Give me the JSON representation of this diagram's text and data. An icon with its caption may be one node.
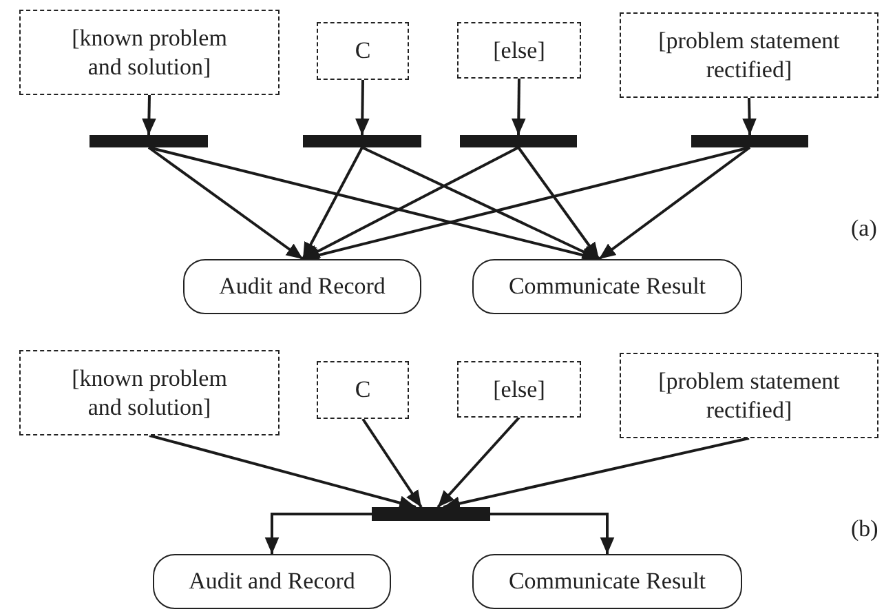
{
  "diagram": {
    "nodes": [
      {
        "text": [
          "[known problem and solution]"
        ]
      },
      {
        "text": [
          "C"
        ]
      },
      {
        "text": [
          "[else]"
        ]
      },
      {
        "text": [
          "[problem statement rectified]"
        ]
      },
      {
        "text": [],
        "shape": "bar"
      },
      {
        "text": [],
        "shape": "bar"
      },
      {
        "text": [],
        "shape": "bar"
      },
      {
        "text": [],
        "shape": "bar"
      },
      {
        "text": [
          "Audit and Record"
        ]
      },
      {
        "text": [
          "Communicate Result"
        ]
      },
      {
        "text": [
          "[known problem and solution]"
        ]
      },
      {
        "text": [
          "C"
        ]
      },
      {
        "text": [
          "[else]"
        ]
      },
      {
        "text": [
          "[problem statement rectified]"
        ]
      },
      {
        "text": [],
        "shape": "bar"
      },
      {
        "text": [
          "Audit and Record"
        ]
      },
      {
        "text": [
          "Communicate Result"
        ]
      }
    ],
    "edges": [
      {
        "from": 0,
        "to": 4,
        "arrow": "to"
      },
      {
        "from": 1,
        "to": 5,
        "arrow": "to"
      },
      {
        "from": 2,
        "to": 6,
        "arrow": "to"
      },
      {
        "from": 3,
        "to": 7,
        "arrow": "to"
      },
      {
        "from": 4,
        "to": 8,
        "arrow": "to"
      },
      {
        "from": 4,
        "to": 9,
        "arrow": "to"
      },
      {
        "from": 5,
        "to": 8,
        "arrow": "to"
      },
      {
        "from": 5,
        "to": 9,
        "arrow": "to"
      },
      {
        "from": 6,
        "to": 8,
        "arrow": "to"
      },
      {
        "from": 6,
        "to": 9,
        "arrow": "to"
      },
      {
        "from": 7,
        "to": 8,
        "arrow": "to"
      },
      {
        "from": 7,
        "to": 9,
        "arrow": "to"
      },
      {
        "from": 10,
        "to": 14,
        "arrow": "to"
      },
      {
        "from": 11,
        "to": 14,
        "arrow": "to"
      },
      {
        "from": 12,
        "to": 14,
        "arrow": "to"
      },
      {
        "from": 13,
        "to": 14,
        "arrow": "to"
      },
      {
        "from": 14,
        "to": 15,
        "arrow": "to"
      },
      {
        "from": 14,
        "to": 16,
        "arrow": "to"
      }
    ],
    "labels": [
      "(a)",
      "(b)"
    ]
  }
}
